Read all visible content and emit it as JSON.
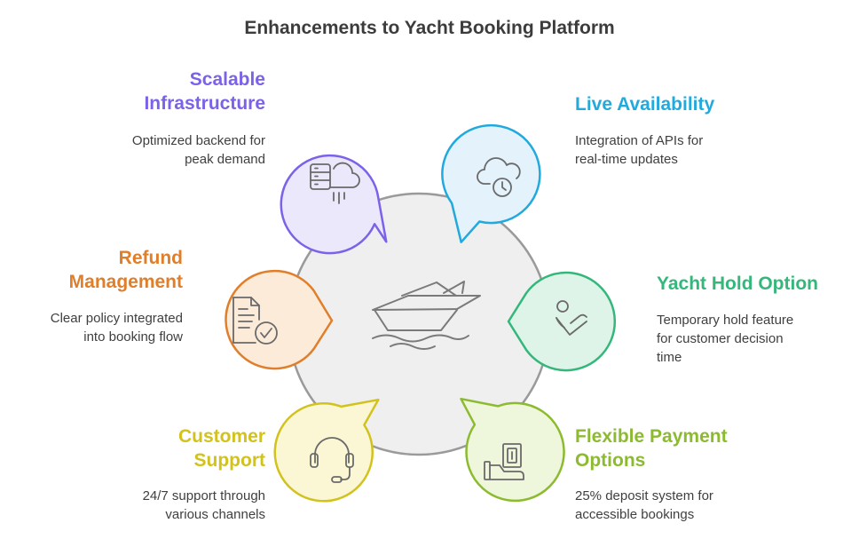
{
  "title": "Enhancements to Yacht Booking Platform",
  "colors": {
    "scalable": "#7c62e8",
    "live": "#22a9dd",
    "refund": "#e07f2b",
    "hold": "#34b77a",
    "support": "#d2c21c",
    "payment": "#8cbb2f"
  },
  "center_icon": "yacht-icon",
  "nodes": {
    "scalable": {
      "title_line1": "Scalable",
      "title_line2": "Infrastructure",
      "desc_line1": "Optimized backend for",
      "desc_line2": "peak demand",
      "icon": "server-cloud-icon"
    },
    "live": {
      "title": "Live Availability",
      "desc_line1": "Integration of APIs for",
      "desc_line2": "real-time updates",
      "icon": "cloud-clock-icon"
    },
    "refund": {
      "title_line1": "Refund",
      "title_line2": "Management",
      "desc_line1": "Clear policy integrated",
      "desc_line2": "into booking flow",
      "icon": "document-check-icon"
    },
    "hold": {
      "title": "Yacht Hold Option",
      "desc_line1": "Temporary hold feature",
      "desc_line2": "for customer decision",
      "desc_line3": "time",
      "icon": "hand-hold-icon"
    },
    "support": {
      "title_line1": "Customer",
      "title_line2": "Support",
      "desc_line1": "24/7 support through",
      "desc_line2": "various channels",
      "icon": "headset-icon"
    },
    "payment": {
      "title_line1": "Flexible Payment",
      "title_line2": "Options",
      "desc_line1": "25% deposit system for",
      "desc_line2": "accessible bookings",
      "icon": "hand-money-icon"
    }
  }
}
